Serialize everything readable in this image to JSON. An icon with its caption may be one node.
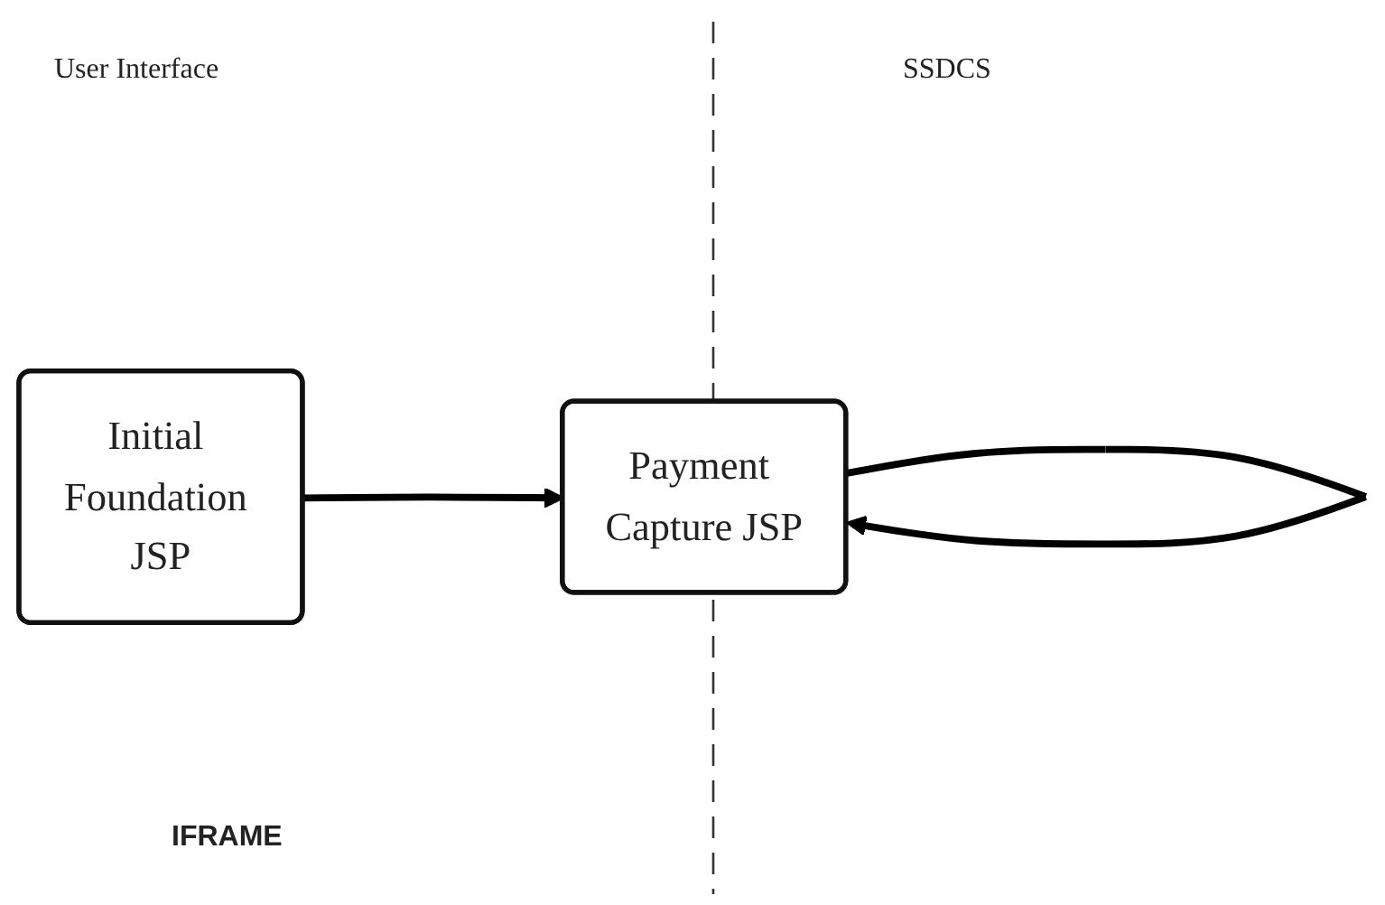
{
  "diagram": {
    "nodes": [
      {
        "text": [
          "Initial Foundation JSP"
        ]
      },
      {
        "text": [
          "Payment Capture JSP"
        ]
      }
    ],
    "edges": [
      {
        "from": 0,
        "to": 1,
        "arrow": "to"
      },
      {
        "from": 1,
        "to": 1,
        "arrow": "to"
      }
    ],
    "labels": [
      "User Interface",
      "SSDCS",
      "IFRAME"
    ]
  }
}
